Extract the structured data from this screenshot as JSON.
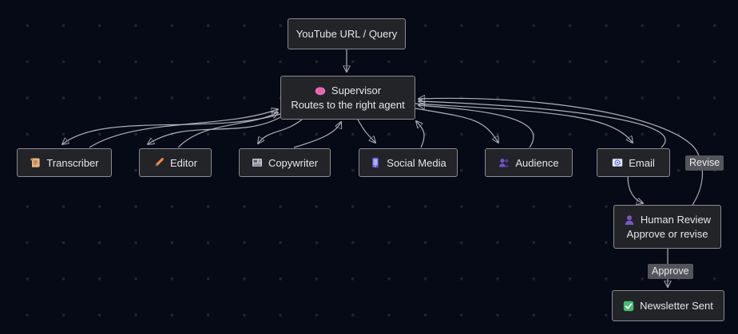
{
  "canvas": {
    "background_color": "#050a16",
    "grid_dot_color": "#23262e",
    "node_fill": "#232428",
    "node_border": "#8b8b90",
    "node_text_color": "#e7e7e9",
    "edge_color": "#bfc0c6",
    "edge_label_bg": "#54555b"
  },
  "nodes": {
    "youtube": {
      "label": "YouTube URL / Query"
    },
    "supervisor": {
      "title": "Supervisor",
      "subtitle": "Routes to the right agent",
      "icon": "brain-icon",
      "icon_color": "#ee6fbb"
    },
    "transcriber": {
      "label": "Transcriber",
      "icon": "scroll-icon",
      "icon_color": "#e9b47c"
    },
    "editor": {
      "label": "Editor",
      "icon": "pencil-icon",
      "icon_color": "#f08a3e"
    },
    "copywriter": {
      "label": "Copywriter",
      "icon": "newspaper-icon",
      "icon_color": "#c7cad2"
    },
    "social_media": {
      "label": "Social Media",
      "icon": "mobile-phone-icon",
      "icon_color": "#6c4fd8"
    },
    "audience": {
      "label": "Audience",
      "icon": "people-icon",
      "icon_color": "#6f55c6"
    },
    "email": {
      "label": "Email",
      "icon": "email-icon",
      "icon_color": "#4a6cf0"
    },
    "human_review": {
      "title": "Human Review",
      "subtitle": "Approve or revise",
      "icon": "person-icon",
      "icon_color": "#7a57c4"
    },
    "newsletter_sent": {
      "label": "Newsletter Sent",
      "icon": "check-icon",
      "icon_color": "#42bd71"
    }
  },
  "edge_labels": {
    "revise": "Revise",
    "approve": "Approve"
  },
  "edges": [
    {
      "from": "youtube",
      "to": "supervisor"
    },
    {
      "from": "supervisor",
      "to": "transcriber"
    },
    {
      "from": "transcriber",
      "to": "supervisor"
    },
    {
      "from": "supervisor",
      "to": "editor"
    },
    {
      "from": "editor",
      "to": "supervisor"
    },
    {
      "from": "supervisor",
      "to": "copywriter"
    },
    {
      "from": "copywriter",
      "to": "supervisor"
    },
    {
      "from": "supervisor",
      "to": "social_media"
    },
    {
      "from": "social_media",
      "to": "supervisor"
    },
    {
      "from": "supervisor",
      "to": "audience"
    },
    {
      "from": "audience",
      "to": "supervisor"
    },
    {
      "from": "supervisor",
      "to": "email"
    },
    {
      "from": "email",
      "to": "supervisor"
    },
    {
      "from": "email",
      "to": "human_review"
    },
    {
      "from": "human_review",
      "to": "supervisor",
      "label": "Revise"
    },
    {
      "from": "human_review",
      "to": "newsletter_sent",
      "label": "Approve"
    }
  ]
}
